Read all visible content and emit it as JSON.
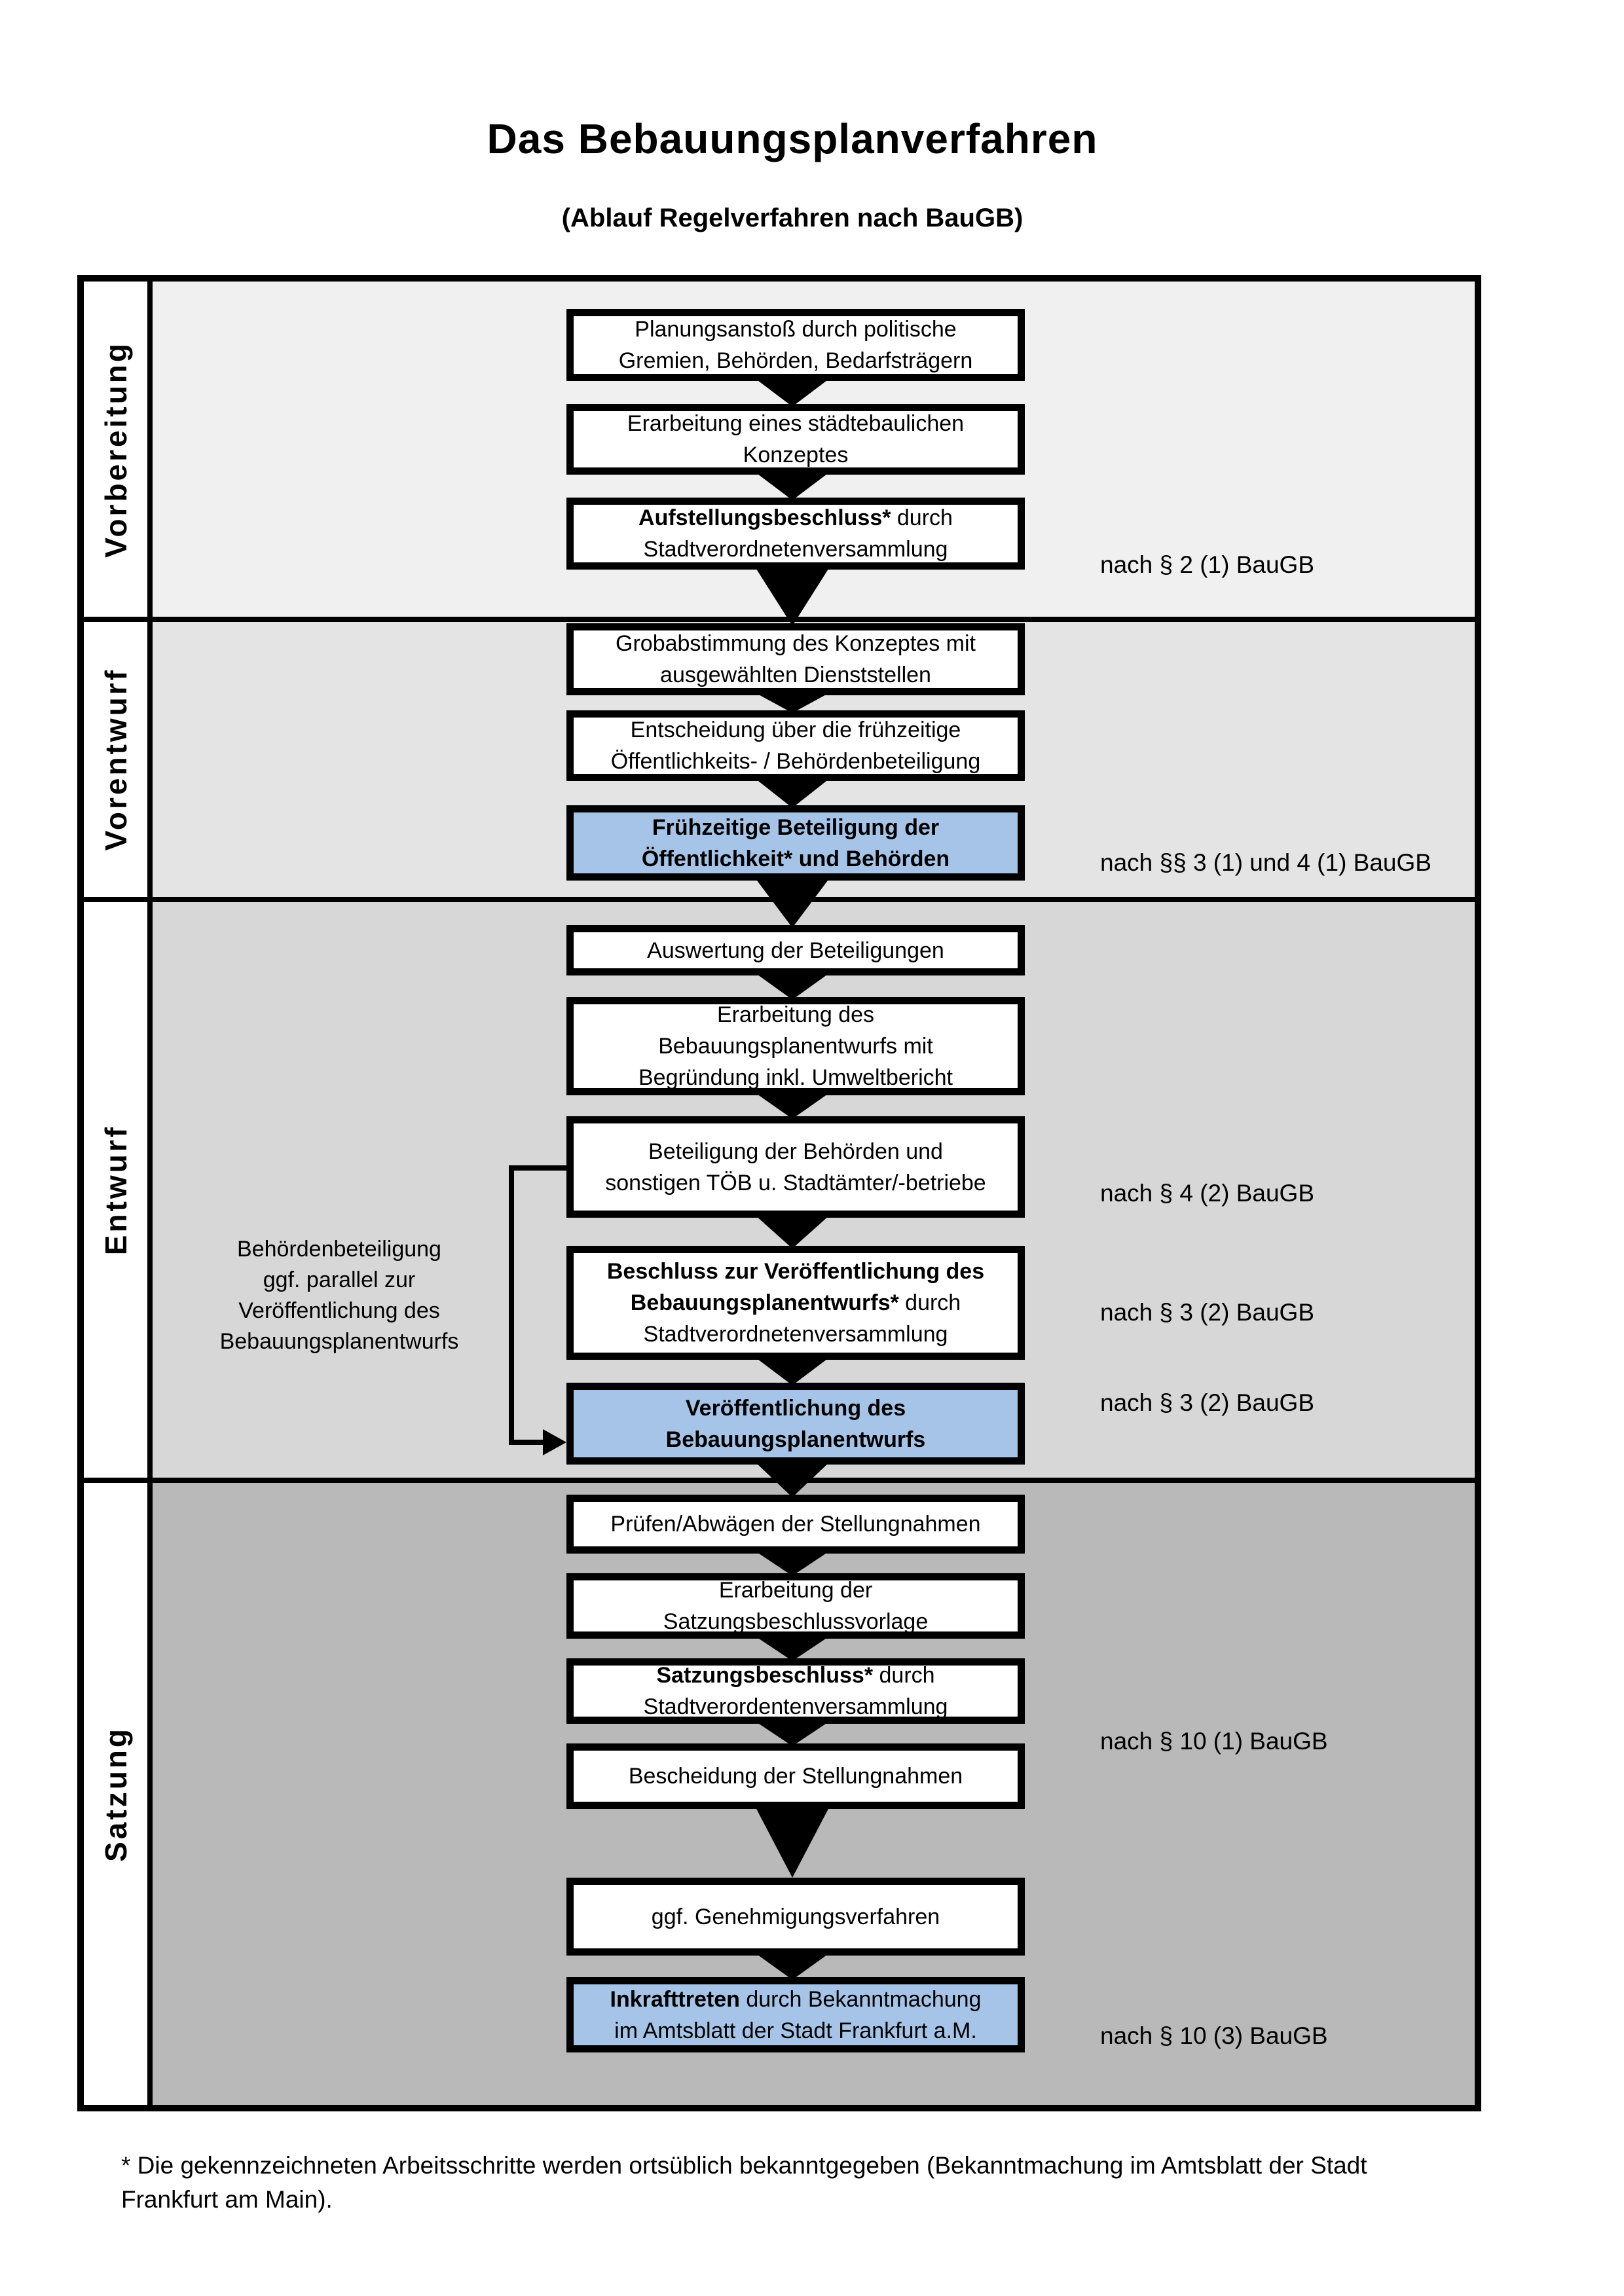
{
  "title": "Das Bebauungsplanverfahren",
  "subtitle": "(Ablauf Regelverfahren nach BauGB)",
  "colors": {
    "highlight_blue": "#a6c4e8",
    "phase_backgrounds": [
      "#f0f0f0",
      "#e4e4e4",
      "#d7d7d7",
      "#b9b9b9"
    ],
    "border": "#000000"
  },
  "phases": [
    {
      "label": "Vorbereitung"
    },
    {
      "label": "Vorentwurf"
    },
    {
      "label": "Entwurf"
    },
    {
      "label": "Satzung"
    }
  ],
  "steps": [
    {
      "emph": "",
      "text": "Planungsanstoß durch politische\nGremien, Behörden, Bedarfsträgern",
      "highlighted": false,
      "phase": "Vorbereitung"
    },
    {
      "emph": "",
      "text": "Erarbeitung eines städtebaulichen\nKonzeptes",
      "highlighted": false,
      "phase": "Vorbereitung"
    },
    {
      "emph": "Aufstellungsbeschluss*",
      "text": " durch\nStadtverordnetenversammlung",
      "highlighted": false,
      "phase": "Vorbereitung"
    },
    {
      "emph": "",
      "text": "Grobabstimmung des Konzeptes mit\nausgewählten Dienststellen",
      "highlighted": false,
      "phase": "Vorentwurf"
    },
    {
      "emph": "",
      "text": "Entscheidung über die frühzeitige\nÖffentlichkeits- / Behördenbeteiligung",
      "highlighted": false,
      "phase": "Vorentwurf"
    },
    {
      "emph": "Frühzeitige Beteiligung der\nÖffentlichkeit* und Behörden",
      "text": "",
      "highlighted": true,
      "phase": "Vorentwurf"
    },
    {
      "emph": "",
      "text": "Auswertung der Beteiligungen",
      "highlighted": false,
      "phase": "Entwurf"
    },
    {
      "emph": "",
      "text": "Erarbeitung des\nBebauungsplanentwurfs mit\nBegründung inkl. Umweltbericht",
      "highlighted": false,
      "phase": "Entwurf"
    },
    {
      "emph": "",
      "text": "Beteiligung der Behörden und\nsonstigen TÖB u. Stadtämter/-betriebe",
      "highlighted": false,
      "phase": "Entwurf"
    },
    {
      "emph": "Beschluss zur Veröffentlichung des\nBebauungsplanentwurfs*",
      "text": " durch\nStadtverordnetenversammlung",
      "highlighted": false,
      "phase": "Entwurf"
    },
    {
      "emph": "Veröffentlichung des\nBebauungsplanentwurfs",
      "text": "",
      "highlighted": true,
      "phase": "Entwurf"
    },
    {
      "emph": "",
      "text": "Prüfen/Abwägen der Stellungnahmen",
      "highlighted": false,
      "phase": "Satzung"
    },
    {
      "emph": "",
      "text": "Erarbeitung der\nSatzungsbeschlussvorlage",
      "highlighted": false,
      "phase": "Satzung"
    },
    {
      "emph": "Satzungsbeschluss*",
      "text": " durch\nStadtverordentenversammlung",
      "highlighted": false,
      "phase": "Satzung"
    },
    {
      "emph": "",
      "text": "Bescheidung der Stellungnahmen",
      "highlighted": false,
      "phase": "Satzung"
    },
    {
      "emph": "",
      "text": "ggf. Genehmigungsverfahren",
      "highlighted": false,
      "phase": "Satzung"
    },
    {
      "emph": "Inkrafttreten",
      "text": " durch Bekanntmachung\nim Amtsblatt der Stadt Frankfurt a.M.",
      "highlighted": true,
      "phase": "Satzung"
    }
  ],
  "legal_refs": [
    {
      "text": "nach § 2 (1) BauGB"
    },
    {
      "text": "nach §§ 3 (1) und 4 (1) BauGB"
    },
    {
      "text": "nach § 4 (2) BauGB"
    },
    {
      "text": "nach § 3 (2) BauGB"
    },
    {
      "text": "nach § 3 (2) BauGB"
    },
    {
      "text": "nach § 10 (1) BauGB"
    },
    {
      "text": "nach § 10 (3) BauGB"
    }
  ],
  "side_note": "Behördenbeteiligung\nggf. parallel zur\nVeröffentlichung des\nBebauungsplanentwurfs",
  "footnote": "* Die gekennzeichneten Arbeitsschritte werden ortsüblich bekanntgegeben (Bekanntmachung im Amtsblatt  der Stadt\nFrankfurt am Main)."
}
